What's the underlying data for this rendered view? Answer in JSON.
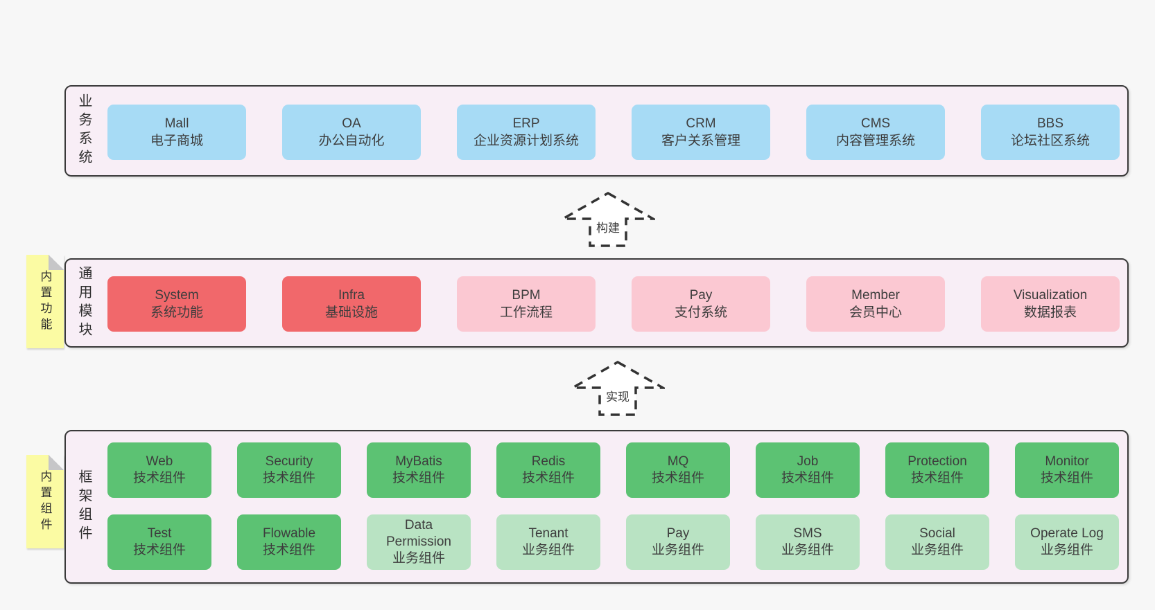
{
  "colors": {
    "page-bg": "#f7f7f7",
    "section-bg": "#f8eef6",
    "border": "#3a3a3a",
    "text": "#3d3d3d",
    "blue": "#a7dbf5",
    "red": "#f1686b",
    "pink": "#fbc8d2",
    "green": "#5cc273",
    "light-green": "#b9e3c3",
    "yellow": "#fbfba3",
    "fold-gray": "#c6c6c8"
  },
  "sections": [
    {
      "label": "业务系统",
      "boxes": [
        {
          "title": "Mall",
          "subtitle": "电子商城"
        },
        {
          "title": "OA",
          "subtitle": "办公自动化"
        },
        {
          "title": "ERP",
          "subtitle": "企业资源计划系统"
        },
        {
          "title": "CRM",
          "subtitle": "客户关系管理"
        },
        {
          "title": "CMS",
          "subtitle": "内容管理系统"
        },
        {
          "title": "BBS",
          "subtitle": "论坛社区系统"
        }
      ]
    },
    {
      "label": "通用模块",
      "tab": "内置功能",
      "boxes": [
        {
          "title": "System",
          "subtitle": "系统功能"
        },
        {
          "title": "Infra",
          "subtitle": "基础设施"
        },
        {
          "title": "BPM",
          "subtitle": "工作流程"
        },
        {
          "title": "Pay",
          "subtitle": "支付系统"
        },
        {
          "title": "Member",
          "subtitle": "会员中心"
        },
        {
          "title": "Visualization",
          "subtitle": "数据报表"
        }
      ]
    },
    {
      "label": "框架组件",
      "tab": "内置组件",
      "boxes": [
        {
          "title": "Web",
          "subtitle": "技术组件"
        },
        {
          "title": "Security",
          "subtitle": "技术组件"
        },
        {
          "title": "MyBatis",
          "subtitle": "技术组件"
        },
        {
          "title": "Redis",
          "subtitle": "技术组件"
        },
        {
          "title": "MQ",
          "subtitle": "技术组件"
        },
        {
          "title": "Job",
          "subtitle": "技术组件"
        },
        {
          "title": "Protection",
          "subtitle": "技术组件"
        },
        {
          "title": "Monitor",
          "subtitle": "技术组件"
        },
        {
          "title": "Test",
          "subtitle": "技术组件"
        },
        {
          "title": "Flowable",
          "subtitle": "技术组件"
        },
        {
          "title": "Data Permission",
          "subtitle": "业务组件"
        },
        {
          "title": "Tenant",
          "subtitle": "业务组件"
        },
        {
          "title": "Pay",
          "subtitle": "业务组件"
        },
        {
          "title": "SMS",
          "subtitle": "业务组件"
        },
        {
          "title": "Social",
          "subtitle": "业务组件"
        },
        {
          "title": "Operate Log",
          "subtitle": "业务组件"
        }
      ]
    }
  ],
  "arrows": [
    {
      "label": "构建"
    },
    {
      "label": "实现"
    }
  ]
}
